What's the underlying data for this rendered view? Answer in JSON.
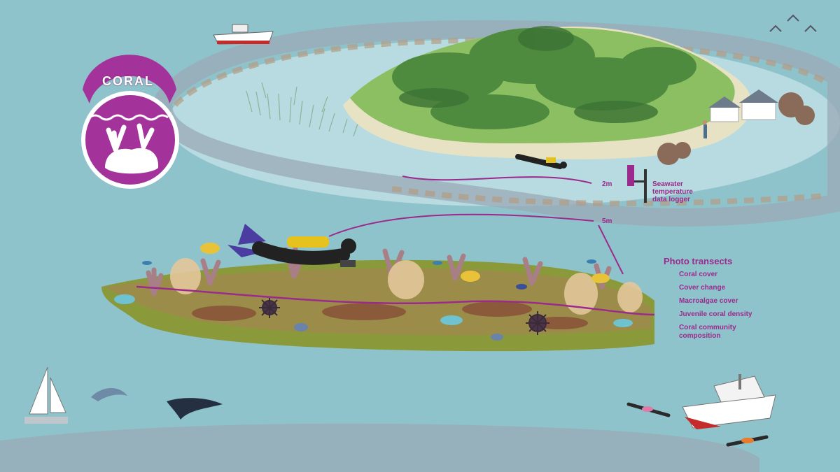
{
  "logo": {
    "text": "CORAL",
    "color": "#a3339a"
  },
  "depth_markers": {
    "shallow": "2m",
    "deep": "5m"
  },
  "logger": {
    "label": "Seawater temperature data logger"
  },
  "legend": {
    "title": "Photo transects",
    "items": [
      "Coral cover",
      "Cover change",
      "Macroalgae cover",
      "Juvenile coral density",
      "Coral community composition"
    ]
  },
  "colors": {
    "water": "#8fc3cb",
    "lagoon": "#b7dbe0",
    "accent": "#9b2a8c",
    "island_green": "#5f9a48",
    "sand": "#e7e2c4"
  },
  "icons": [
    "coral-logo-icon",
    "boat-icon",
    "bird-icon",
    "house-icon",
    "diver-icon",
    "sailboat-icon",
    "dolphin-icon",
    "whale-icon",
    "catamaran-icon",
    "snorkeler-icon",
    "fish-icon",
    "crab-icon",
    "sea-urchin-icon"
  ]
}
